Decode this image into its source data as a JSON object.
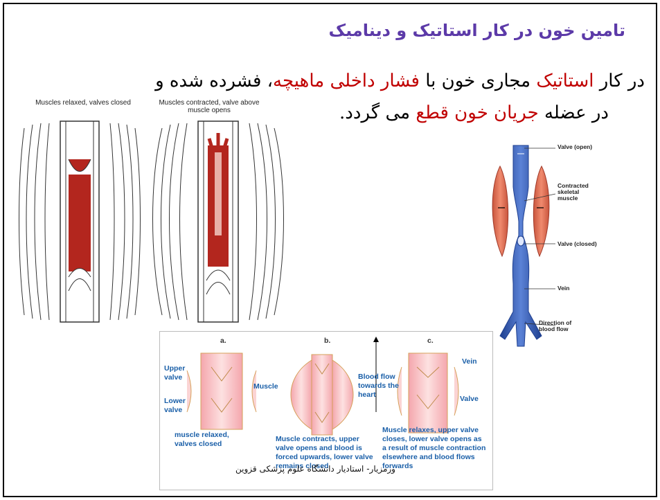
{
  "slide": {
    "title": "تامین خون در کار استاتیک و دینامیک",
    "body": {
      "p1": "در کار ",
      "p2": "استاتیک",
      "p3": " مجاری خون با ",
      "p4": "فشار داخلی ماهیچه",
      "p5": "، فشرده شده و",
      "p6": "در عضله ",
      "p7": "جریان خون قطع",
      "p8": " می گردد."
    },
    "footer": "ورمزیار- استادیار دانشگاه علوم پزشکی قزوین"
  },
  "figure_left": {
    "caption_relaxed": "Muscles relaxed, valves closed",
    "caption_contracted": "Muscles contracted, valve above muscle opens"
  },
  "figure_right": {
    "label_valve_open": "Valve (open)",
    "label_contracted": "Contracted skeletal muscle",
    "label_valve_closed": "Valve (closed)",
    "label_vein": "Vein",
    "label_direction": "Direction of blood flow"
  },
  "figure_bottom": {
    "a": "a.",
    "b": "b.",
    "c": "c.",
    "upper_valve": "Upper valve",
    "lower_valve": "Lower valve",
    "muscle": "Muscle",
    "blood_flow": "Blood flow towards the heart",
    "vein": "Vein",
    "valve": "Valve",
    "caption_a": "muscle relaxed, valves closed",
    "caption_b": "Muscle contracts, upper valve opens and blood is forced upwards, lower valve remains closed",
    "caption_c": "Muscle relaxes, upper valve closes, lower valve opens as a  result of muscle contraction elsewhere and blood flows forwards"
  }
}
